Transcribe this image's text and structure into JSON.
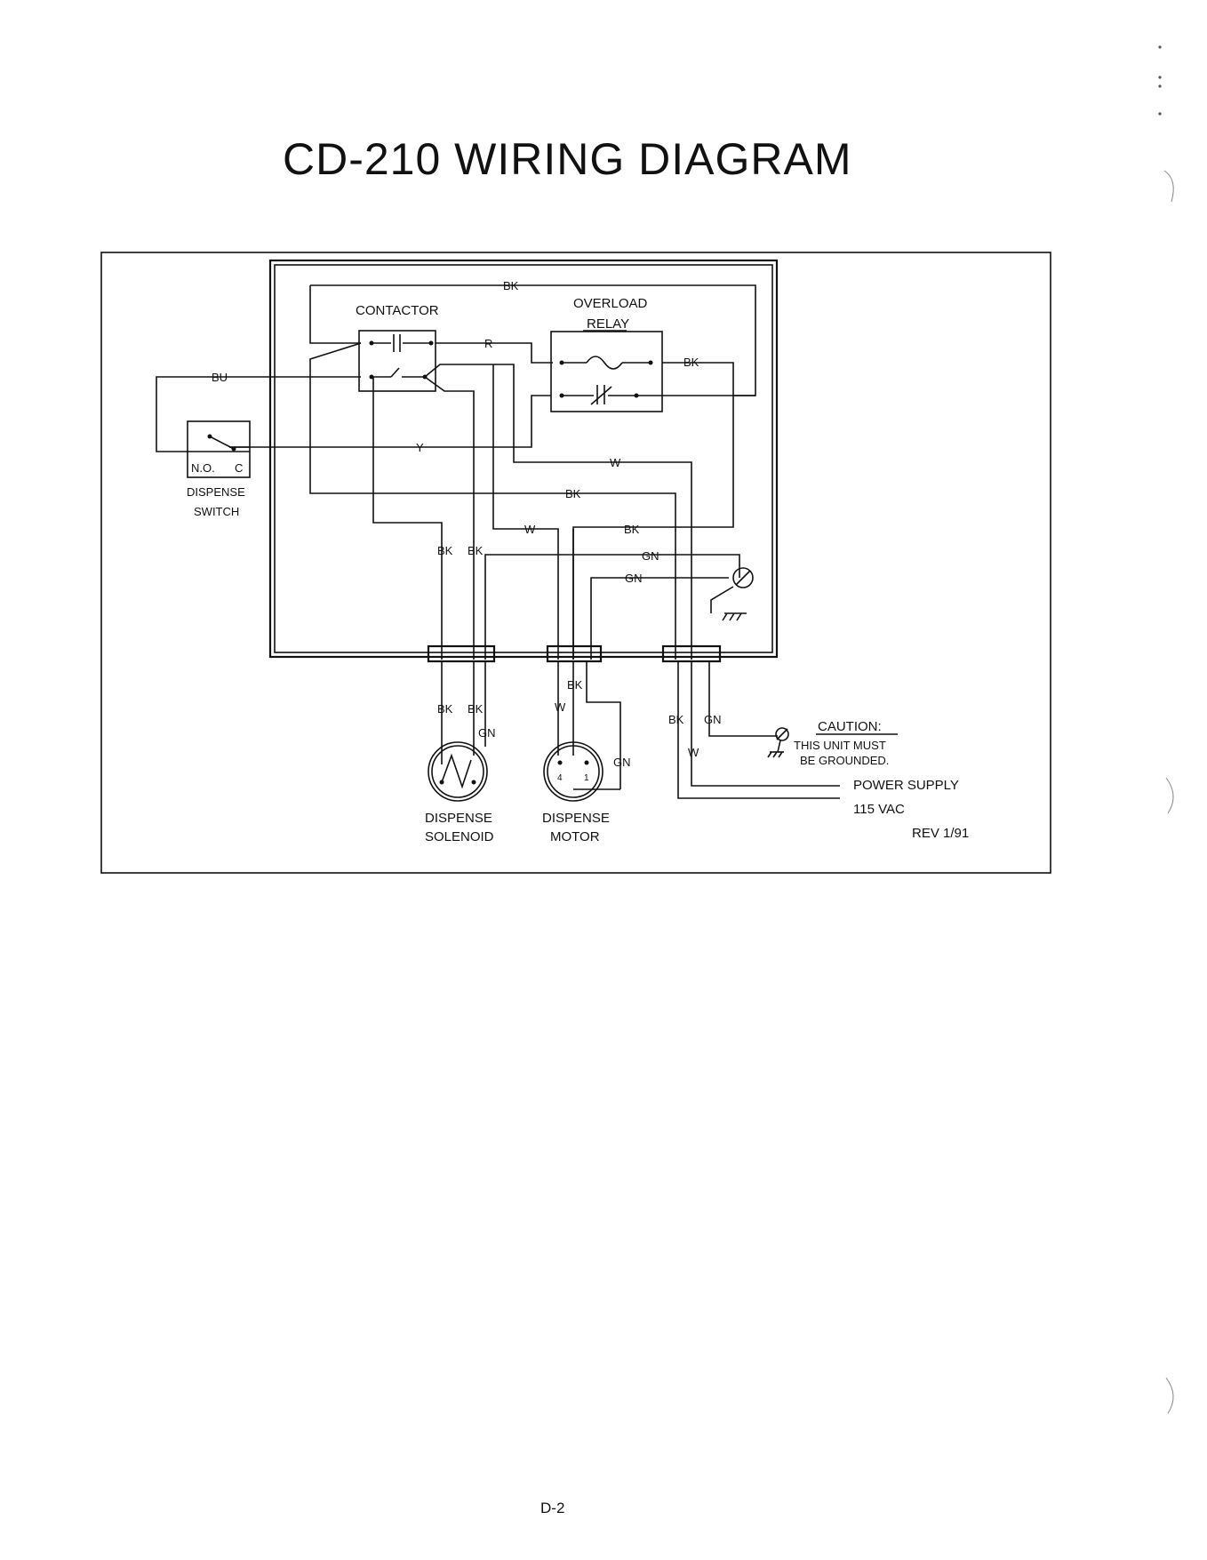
{
  "page": {
    "title": "CD-210 WIRING DIAGRAM",
    "page_number": "D-2"
  },
  "components": {
    "contactor": "CONTACTOR",
    "overload_relay_line1": "OVERLOAD",
    "overload_relay_line2": "RELAY",
    "switch_no": "N.O.",
    "switch_c": "C",
    "dispense_switch_line1": "DISPENSE",
    "dispense_switch_line2": "SWITCH",
    "solenoid_line1": "DISPENSE",
    "solenoid_line2": "SOLENOID",
    "motor_line1": "DISPENSE",
    "motor_line2": "MOTOR",
    "motor_pin_a": "4",
    "motor_pin_b": "1"
  },
  "wire_labels": {
    "bk": "BK",
    "r": "R",
    "bu": "BU",
    "y": "Y",
    "w": "W",
    "gn": "GN"
  },
  "notes": {
    "caution_title": "CAUTION:",
    "caution_line1": "THIS UNIT MUST",
    "caution_line2": "BE GROUNDED.",
    "power_supply": "POWER SUPPLY",
    "voltage": "115 VAC",
    "revision": "REV 1/91"
  }
}
